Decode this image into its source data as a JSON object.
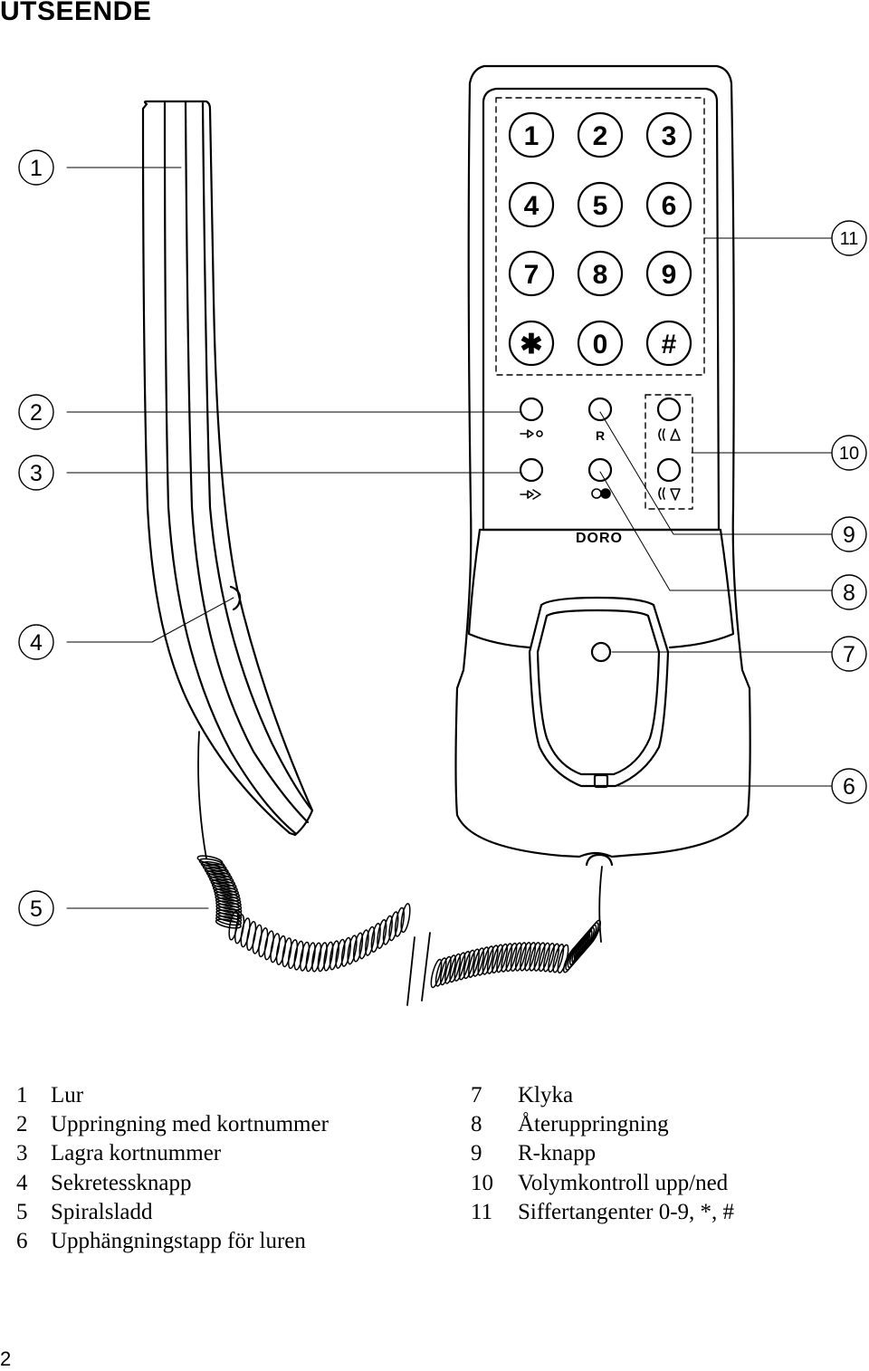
{
  "title": "UTSEENDE",
  "page_number": "2",
  "keypad": [
    "1",
    "2",
    "3",
    "4",
    "5",
    "6",
    "7",
    "8",
    "9",
    "✱",
    "0",
    "#"
  ],
  "brand": "DORO",
  "r_label": "R",
  "callouts": [
    "1",
    "2",
    "3",
    "4",
    "5",
    "6",
    "7",
    "8",
    "9",
    "10",
    "11"
  ],
  "legend_left": [
    {
      "num": "1",
      "text": "Lur"
    },
    {
      "num": "2",
      "text": "Uppringning med kortnummer"
    },
    {
      "num": "3",
      "text": "Lagra kortnummer"
    },
    {
      "num": "4",
      "text": "Sekretessknapp"
    },
    {
      "num": "5",
      "text": "Spiralsladd"
    },
    {
      "num": "6",
      "text": "Upphängningstapp för luren"
    }
  ],
  "legend_right": [
    {
      "num": "7",
      "text": "Klyka"
    },
    {
      "num": "8",
      "text": "Återuppringning"
    },
    {
      "num": "9",
      "text": "R-knapp"
    },
    {
      "num": "10",
      "text": "Volymkontroll upp/ned"
    },
    {
      "num": "11",
      "text": "Siffertangenter 0-9, *, #"
    }
  ]
}
